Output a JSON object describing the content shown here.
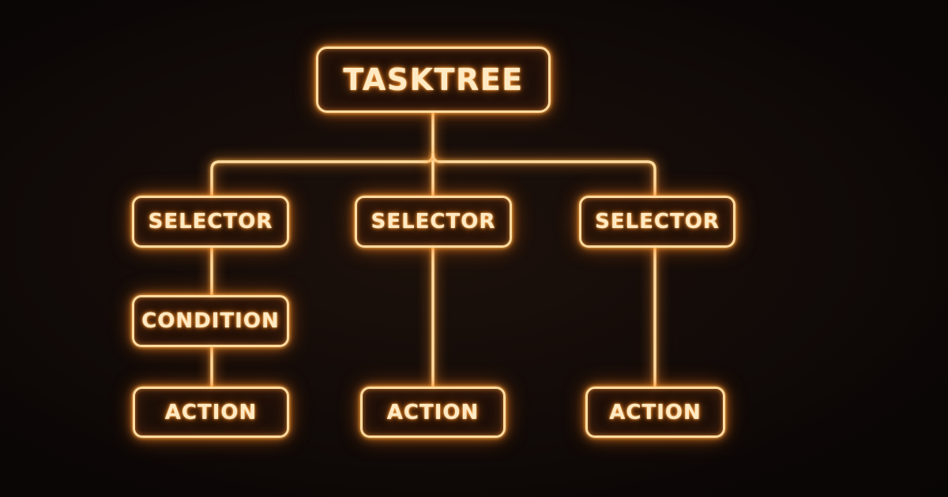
{
  "diagram": {
    "title": "TASKTREE",
    "root": {
      "label": "TASKTREE"
    },
    "branches": [
      {
        "selector": {
          "label": "SELECTOR"
        },
        "children": [
          {
            "type": "condition",
            "label": "CONDITION"
          },
          {
            "type": "action",
            "label": "ACTION"
          }
        ]
      },
      {
        "selector": {
          "label": "SELECTOR"
        },
        "children": [
          {
            "type": "action",
            "label": "ACTION"
          }
        ]
      },
      {
        "selector": {
          "label": "SELECTOR"
        },
        "children": [
          {
            "type": "action",
            "label": "ACTION"
          }
        ]
      }
    ],
    "colors": {
      "background": "#0d0807",
      "neon_stroke": "#ffdba0",
      "neon_glow": "#ff8c28",
      "text": "#ffeac4"
    }
  }
}
